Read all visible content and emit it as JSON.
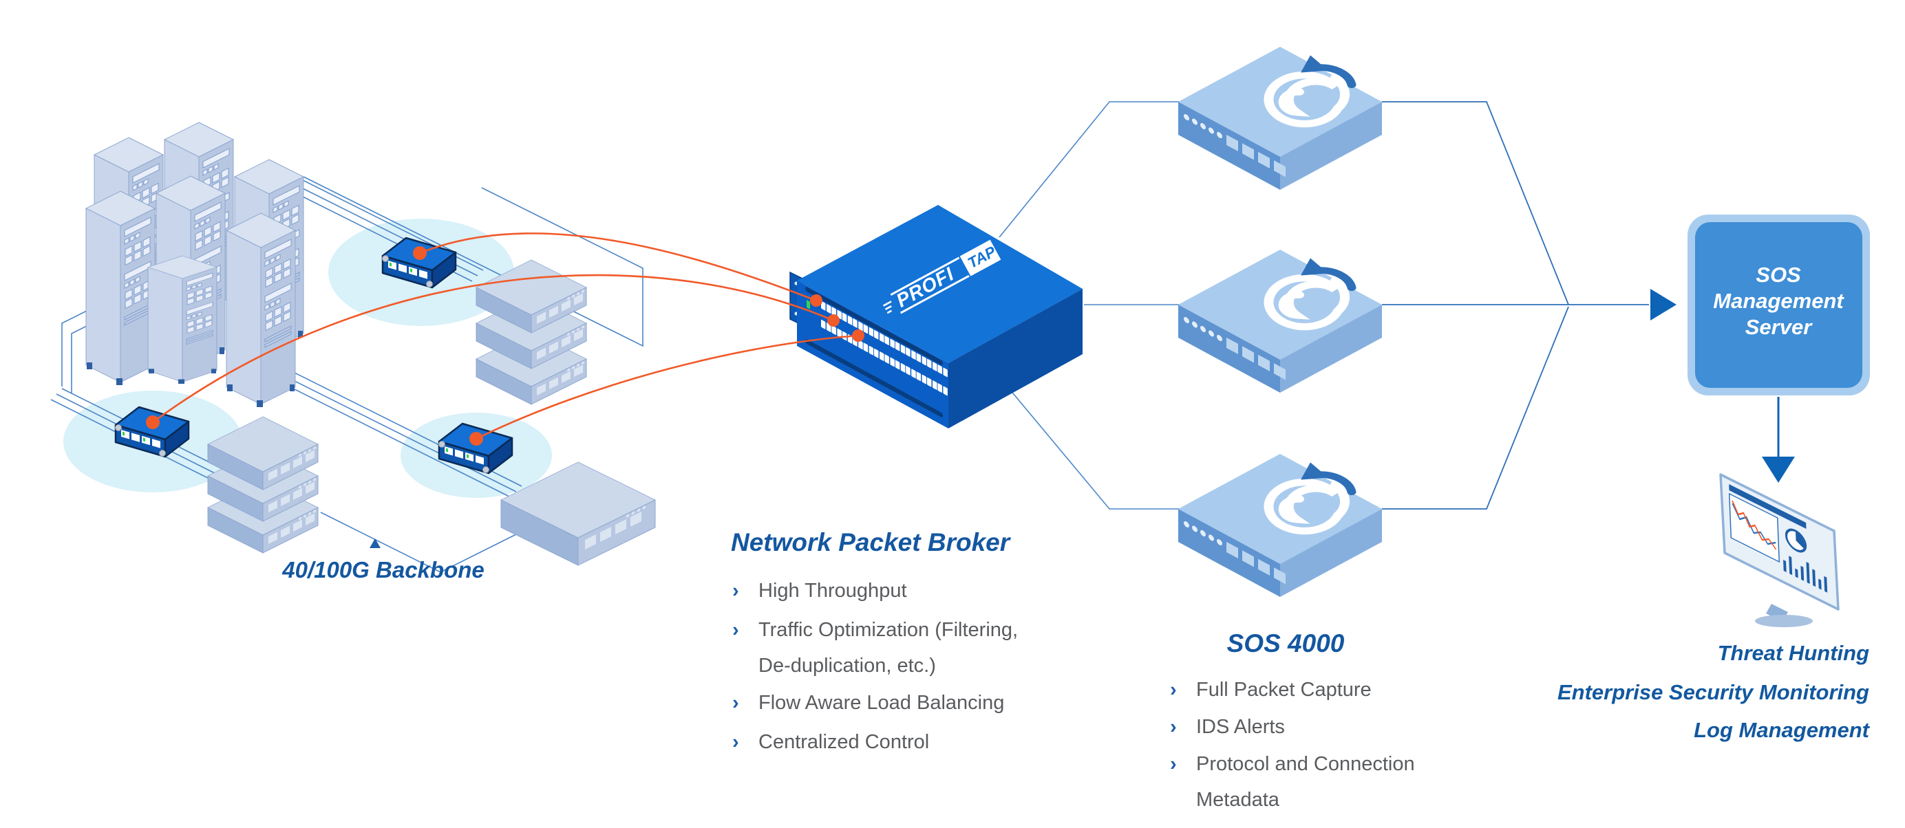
{
  "diagram": {
    "backbone": {
      "label": "40/100G Backbone"
    },
    "broker": {
      "logo_prefix": "PROFI",
      "logo_suffix": "TAP",
      "title": "Network Packet Broker",
      "features": [
        "High Throughput",
        "Traffic Optimization (Filtering,",
        "De-duplication, etc.)",
        "Flow Aware Load Balancing",
        "Centralized Control"
      ]
    },
    "sos4000": {
      "title": "SOS 4000",
      "features": [
        "Full Packet Capture",
        "IDS Alerts",
        "Protocol and Connection",
        "Metadata"
      ]
    },
    "management_server": {
      "line1": "SOS",
      "line2": "Management",
      "line3": "Server"
    },
    "outcomes": [
      "Threat Hunting",
      "Enterprise Security Monitoring",
      "Log Management"
    ],
    "colors": {
      "heading_blue": "#1457a0",
      "device_blue": "#1373d6",
      "light_device_blue": "#a9cbee",
      "tap_orange": "#f15a29",
      "wire_blue": "#4a86c8",
      "arrow_blue": "#0d63b5",
      "body_gray": "#595b5e",
      "glow_cyan": "#d9f1f9"
    }
  }
}
